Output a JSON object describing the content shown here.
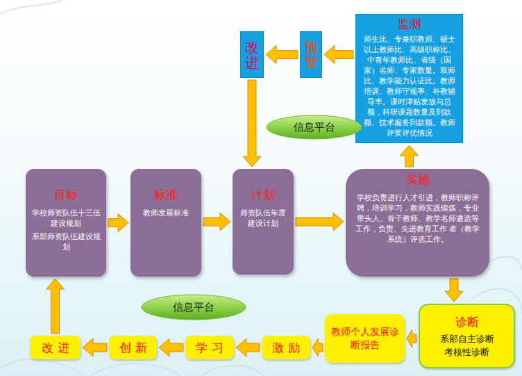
{
  "diagram": {
    "nodes": [
      {
        "text": [
          "监测",
          "师生比、专兼职教师、硕士以上教师比、高级职称比、中青年教师比、省级（国家）名师、专家数量。双师比、教学能力认证比。教师培训、教师守规率、补教辅导率。课时津贴发放与总额，科研课题数量及到款额、技术服务到款额。教师评奖评优情况"
        ]
      },
      {
        "text": [
          "预警"
        ]
      },
      {
        "text": [
          "改进"
        ]
      },
      {
        "text": [
          "信息平台"
        ]
      },
      {
        "text": [
          "目标",
          "学校师资队伍十三伍建设规划",
          "系部师资队伍建设规划"
        ]
      },
      {
        "text": [
          "标准",
          "教师发展标准"
        ]
      },
      {
        "text": [
          "计划",
          "师资队伍年度建设计划"
        ]
      },
      {
        "text": [
          "实施",
          "学校负责进行人才引进，教师职称评聘，培训学习，教师实践锻炼，专业带头人、骨干教师、教学名师遴选等工作，负责、先进教育工作 者（教学系统）评选工作。"
        ]
      },
      {
        "text": [
          "信息平台"
        ]
      },
      {
        "text": [
          "诊断",
          "系部自主诊断",
          "考核性诊断"
        ]
      },
      {
        "text": [
          "教师个人发展诊断报告"
        ]
      },
      {
        "text": [
          "激励"
        ]
      },
      {
        "text": [
          "学习"
        ]
      },
      {
        "text": [
          "创新"
        ]
      },
      {
        "text": [
          "改进"
        ]
      }
    ],
    "edges": [
      {
        "from": 0,
        "to": 1,
        "arrow": "to"
      },
      {
        "from": 1,
        "to": 2,
        "arrow": "to"
      },
      {
        "from": 2,
        "to": 6,
        "arrow": "to"
      },
      {
        "from": 4,
        "to": 5,
        "arrow": "to"
      },
      {
        "from": 5,
        "to": 6,
        "arrow": "to"
      },
      {
        "from": 6,
        "to": 7,
        "arrow": "to"
      },
      {
        "from": 7,
        "to": 0,
        "arrow": "to"
      },
      {
        "from": 7,
        "to": 9,
        "arrow": "to"
      },
      {
        "from": 9,
        "to": 10,
        "arrow": "to"
      },
      {
        "from": 10,
        "to": 11,
        "arrow": "to"
      },
      {
        "from": 11,
        "to": 12,
        "arrow": "to"
      },
      {
        "from": 12,
        "to": 13,
        "arrow": "to"
      },
      {
        "from": 13,
        "to": 14,
        "arrow": "to"
      },
      {
        "from": 14,
        "to": 4,
        "arrow": "to"
      }
    ]
  }
}
